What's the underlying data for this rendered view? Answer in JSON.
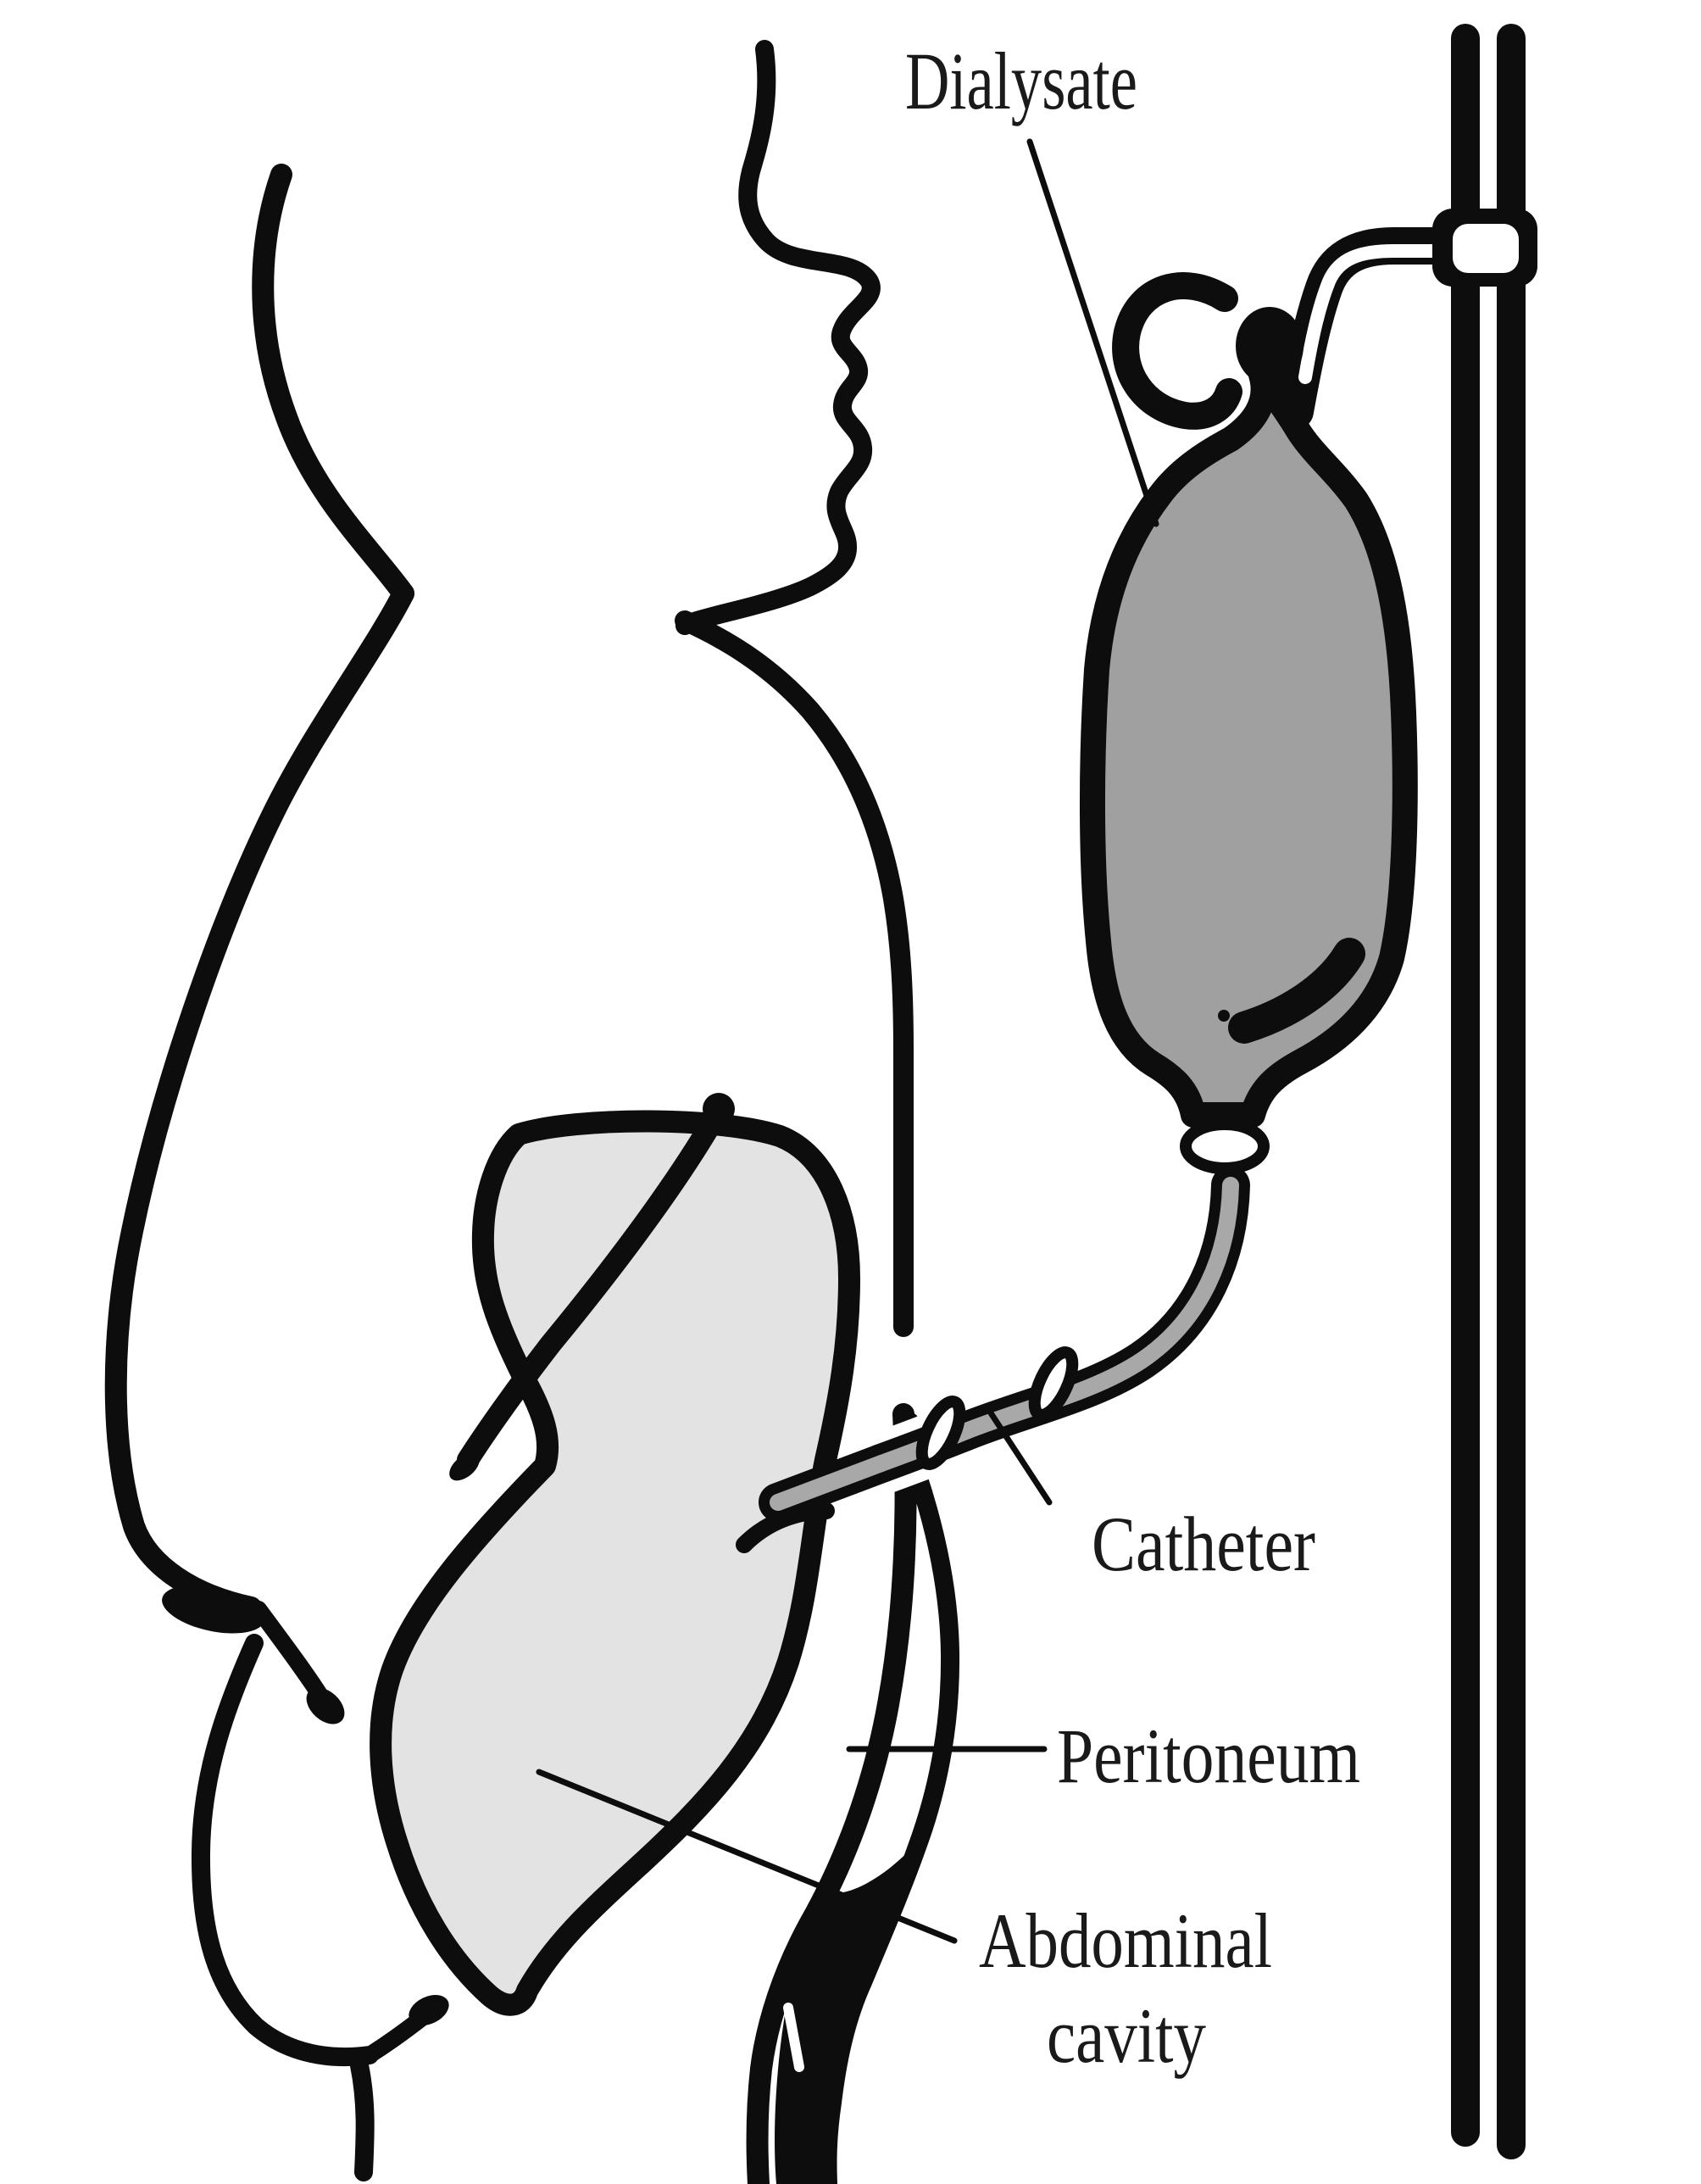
{
  "figure": {
    "type": "medical-illustration",
    "subject": "Peritoneal dialysis setup: dialysate bag on a pole draining through a catheter into the abdominal cavity",
    "labels": {
      "dialysate": "Dialysate",
      "catheter": "Catheter",
      "peritoneum": "Peritoneum",
      "abdominal_cavity_line1": "Abdominal",
      "abdominal_cavity_line2": "cavity"
    },
    "colors": {
      "outline": "#0d0d0d",
      "bag_fill": "#a0a0a0",
      "tube_fill": "#a8a8a8",
      "cavity_fill": "#e3e3e3",
      "background": "#ffffff",
      "label_text": "#1a1a1a"
    }
  }
}
